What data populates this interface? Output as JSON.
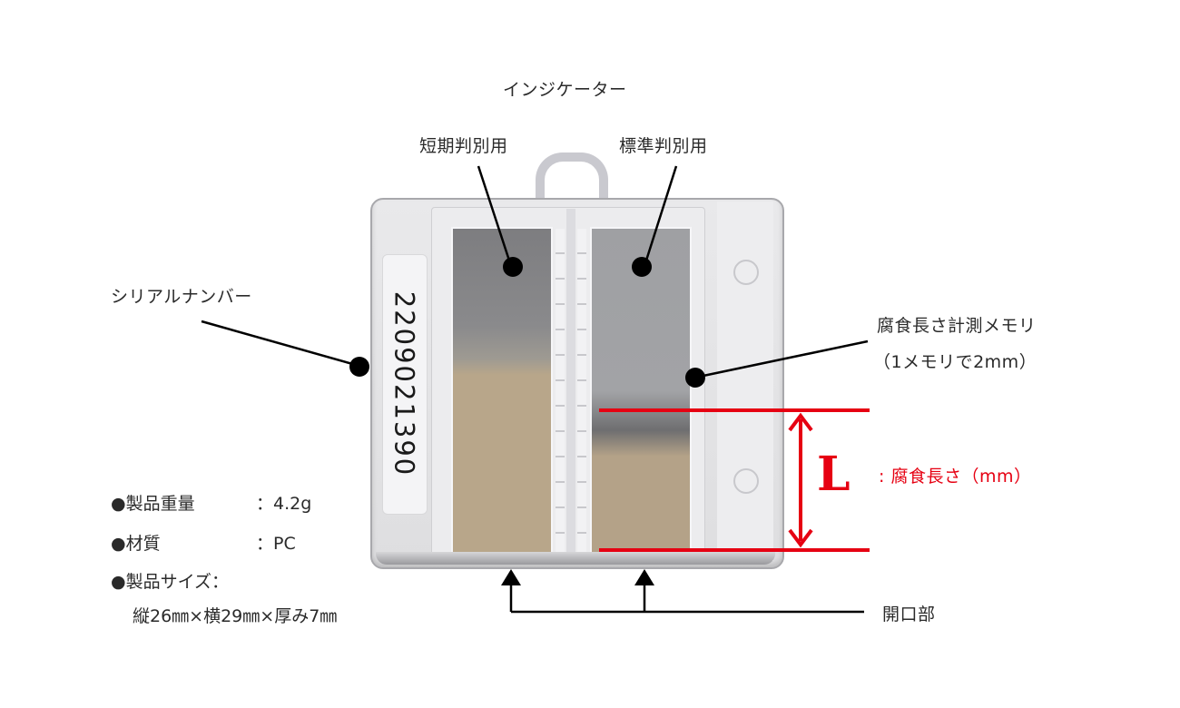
{
  "title": "インジケーター",
  "indicators": {
    "short_term": "短期判別用",
    "standard": "標準判別用"
  },
  "serial": {
    "label": "シリアルナンバー",
    "value": "2209021390"
  },
  "scale": {
    "line1": "腐食長さ計測メモリ",
    "line2": "（1メモリで2mm）"
  },
  "measurement": {
    "symbol": "L",
    "description": ": 腐食長さ（mm）",
    "color": "#e60012"
  },
  "opening": {
    "label": "開口部"
  },
  "specs": [
    {
      "key": "●製品重量",
      "value": "：4.2g"
    },
    {
      "key": "●材質",
      "value": "：PC"
    },
    {
      "key": "●製品サイズ：",
      "value": ""
    }
  ],
  "size_detail": "縦26㎜×横29㎜×厚み7㎜",
  "colors": {
    "accent_red": "#e60012",
    "leader": "#000000",
    "text": "#2a2a2a"
  }
}
